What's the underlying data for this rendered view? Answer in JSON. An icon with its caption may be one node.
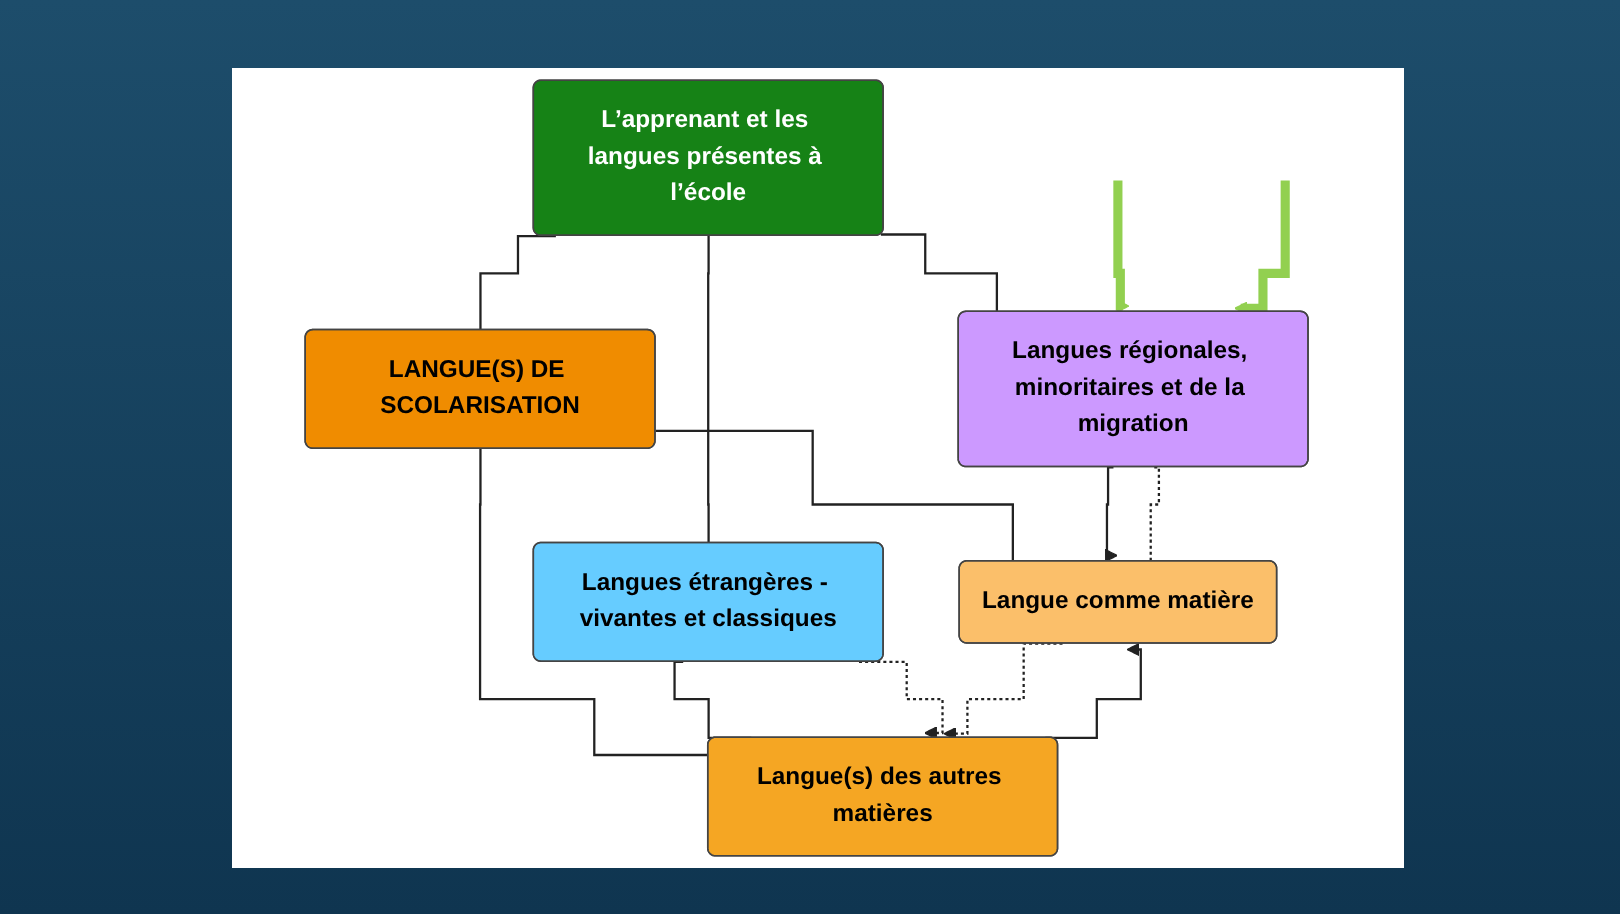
{
  "diagram": {
    "nodes": [
      {
        "text": [
          "L’apprenant et les langues présentes à l’école"
        ]
      },
      {
        "text": [
          "Langues régionales, minoritaires et de la migration"
        ]
      },
      {
        "text": [
          "LANGUE(S) DE SCOLARISATION"
        ]
      },
      {
        "text": [
          "Langues étrangères - vivantes et classiques"
        ]
      },
      {
        "text": [
          "Langue comme matière"
        ]
      },
      {
        "text": [
          "Langue(s) des autres matières"
        ]
      }
    ],
    "edges": [
      {
        "from": 0,
        "to": 2,
        "arrow": "none"
      },
      {
        "from": 0,
        "to": 1,
        "arrow": "none"
      },
      {
        "from": 0,
        "to": 3,
        "arrow": "none"
      },
      {
        "from": 2,
        "to": 4,
        "arrow": "none"
      },
      {
        "from": 2,
        "to": 5,
        "arrow": "none"
      },
      {
        "from": 1,
        "to": 4,
        "arrow": "to"
      },
      {
        "from": 1,
        "to": 4,
        "arrow": "none",
        "style": "dashed"
      },
      {
        "from": 3,
        "to": 5,
        "arrow": "none"
      },
      {
        "from": 3,
        "to": 5,
        "arrow": "to",
        "style": "dashed"
      },
      {
        "from": 4,
        "to": 5,
        "arrow": "to",
        "style": "dashed"
      },
      {
        "from": 5,
        "to": 4,
        "arrow": "to"
      },
      {
        "from": null,
        "to": 1,
        "arrow": "to",
        "style": "thick",
        "color": "#92d050"
      },
      {
        "from": null,
        "to": 1,
        "arrow": "to",
        "style": "thick",
        "color": "#92d050"
      }
    ]
  }
}
